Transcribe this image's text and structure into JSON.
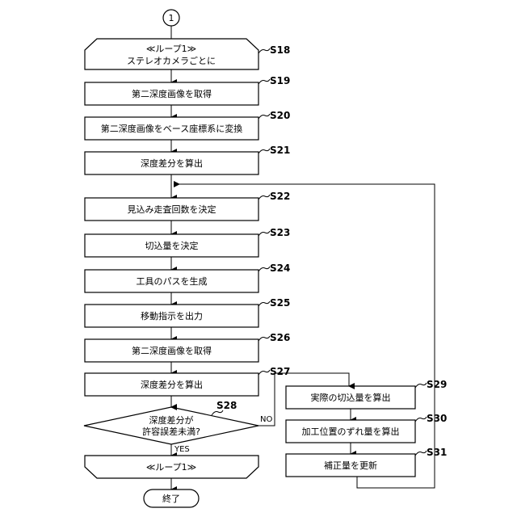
{
  "connector_top": "1",
  "loop_start": {
    "line1": "≪ループ1≫",
    "line2": "ステレオカメラごとに",
    "step": "S18"
  },
  "steps": [
    {
      "text": "第二深度画像を取得",
      "step": "S19"
    },
    {
      "text": "第二深度画像をベース座標系に変換",
      "step": "S20"
    },
    {
      "text": "深度差分を算出",
      "step": "S21"
    },
    {
      "text": "見込み走査回数を決定",
      "step": "S22"
    },
    {
      "text": "切込量を決定",
      "step": "S23"
    },
    {
      "text": "工具のパスを生成",
      "step": "S24"
    },
    {
      "text": "移動指示を出力",
      "step": "S25"
    },
    {
      "text": "第二深度画像を取得",
      "step": "S26"
    },
    {
      "text": "深度差分を算出",
      "step": "S27"
    }
  ],
  "decision": {
    "line1": "深度差分が",
    "line2": "許容誤差未満?",
    "step": "S28",
    "yes": "YES",
    "no": "NO"
  },
  "right_steps": [
    {
      "text": "実際の切込量を算出",
      "step": "S29"
    },
    {
      "text": "加工位置のずれ量を算出",
      "step": "S30"
    },
    {
      "text": "補正量を更新",
      "step": "S31"
    }
  ],
  "loop_end": {
    "text": "≪ループ1≫"
  },
  "terminal": {
    "text": "終了"
  }
}
